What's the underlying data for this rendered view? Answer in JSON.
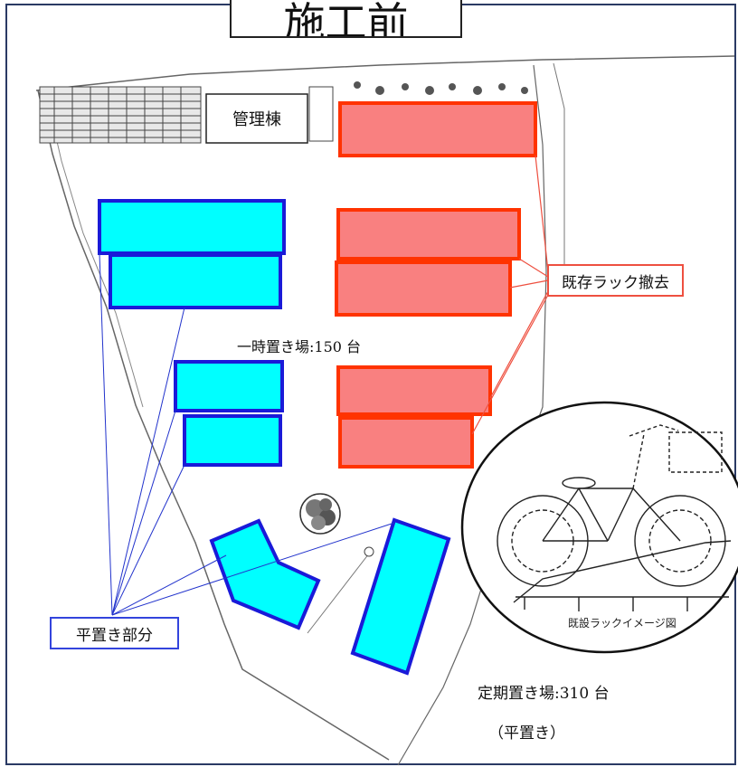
{
  "title": "施工前",
  "labels": {
    "building": "管理棟",
    "removed_racks": "既存ラック撤去",
    "flat_parts": "平置き部分",
    "temporary_parking": "一時置き場:150 台",
    "regular_parking": "定期置き場:310 台",
    "flat_note": "（平置き）",
    "rack_image_caption": "既設ラックイメージ図"
  },
  "colors": {
    "cyan_fill": "#00ffff",
    "blue_border": "#1a1ad8",
    "red_fill": "#f98080",
    "red_border": "#ff3300",
    "frame_border": "#2a3a64"
  },
  "icons": [
    "tree-icon",
    "bicycle-icon"
  ]
}
